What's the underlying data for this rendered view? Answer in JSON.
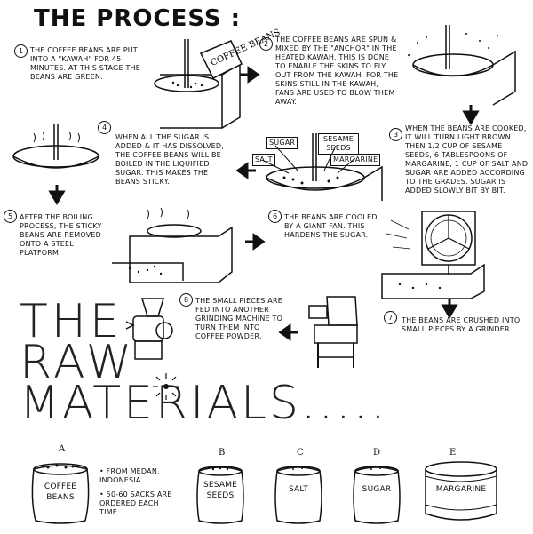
{
  "header": {
    "title": "THE PROCESS :"
  },
  "steps": [
    {
      "num": "1",
      "text": "THE COFFEE BEANS ARE PUT INTO A \"KAWAH\" FOR 45 MINUTES. AT THIS STAGE THE BEANS ARE GREEN."
    },
    {
      "num": "2",
      "text": "THE COFFEE BEANS ARE SPUN & MIXED BY THE \"ANCHOR\" IN THE HEATED KAWAH. THIS IS DONE TO ENABLE THE SKINS TO FLY OUT FROM THE KAWAH. FOR THE SKINS STILL IN THE KAWAH, FANS ARE USED TO BLOW THEM AWAY."
    },
    {
      "num": "3",
      "text": "WHEN THE BEANS ARE COOKED, IT WILL TURN LIGHT BROWN. THEN 1/2 CUP OF SESAME SEEDS, 6 TABLESPOONS OF MARGARINE, 1 CUP OF SALT AND SUGAR ARE ADDED ACCORDING TO THE GRADES. SUGAR IS ADDED SLOWLY BIT BY BIT."
    },
    {
      "num": "4",
      "text": "WHEN ALL THE SUGAR IS ADDED & IT HAS DISSOLVED, THE COFFEE BEANS WILL BE BOILED IN THE LIQUIFIED SUGAR. THIS MAKES THE BEANS STICKY."
    },
    {
      "num": "5",
      "text": "AFTER THE BOILING PROCESS, THE STICKY BEANS ARE REMOVED ONTO A STEEL PLATFORM."
    },
    {
      "num": "6",
      "text": "THE BEANS ARE COOLED BY A GIANT FAN. THIS HARDENS THE SUGAR."
    },
    {
      "num": "7",
      "text": "THE BEANS ARE CRUSHED INTO SMALL PIECES BY A GRINDER."
    },
    {
      "num": "8",
      "text": "THE SMALL PIECES ARE FED INTO ANOTHER GRINDING MACHINE TO TURN THEM INTO COFFEE POWDER."
    }
  ],
  "bag_label": "COFFEE BEANS",
  "ingredient_tags": {
    "sugar": "SUGAR",
    "sesame": "SESAME SEEDS",
    "salt": "SALT",
    "margarine": "MARGARINE"
  },
  "raw_materials": {
    "title_line1": "THE",
    "title_line2": "RAW",
    "title_line3": "MATERIALS.....",
    "items": [
      {
        "letter": "A",
        "label": "COFFEE BEANS"
      },
      {
        "letter": "B",
        "label": "SESAME SEEDS"
      },
      {
        "letter": "C",
        "label": "SALT"
      },
      {
        "letter": "D",
        "label": "SUGAR"
      },
      {
        "letter": "E",
        "label": "MARGARINE"
      }
    ],
    "notes": [
      "• FROM MEDAN, INDONESIA.",
      "• 50-60 SACKS ARE ORDERED EACH TIME."
    ]
  }
}
